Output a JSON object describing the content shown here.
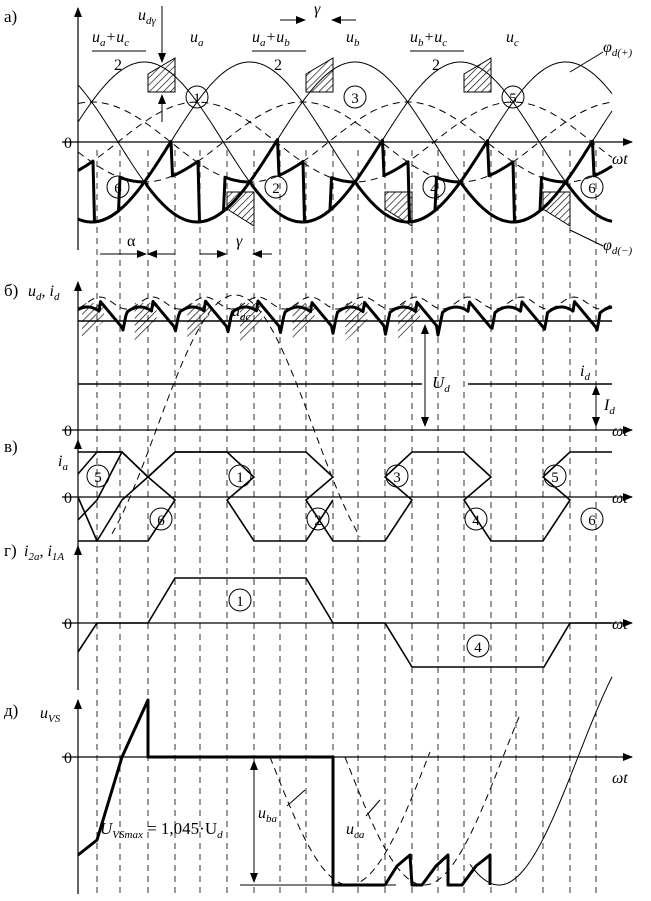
{
  "panels": {
    "a": {
      "letter": "а)",
      "zero": "0",
      "axis_label": "ωt",
      "labels": {
        "uac_avg_top": "u",
        "uac_avg_sub1": "a",
        "uac_avg_plus": "+u",
        "uac_avg_sub2": "c",
        "uac_avg_den": "2",
        "ua": "u",
        "ua_sub": "a",
        "uab_avg_top": "u",
        "uab_avg_sub1": "a",
        "uab_avg_plus": "+u",
        "uab_avg_sub2": "b",
        "uab_avg_den": "2",
        "ub": "u",
        "ub_sub": "b",
        "ubc_avg_top": "u",
        "ubc_avg_sub1": "b",
        "ubc_avg_plus": "+u",
        "ubc_avg_sub2": "c",
        "ubc_avg_den": "2",
        "uc": "u",
        "uc_sub": "c",
        "udy": "u",
        "udy_sub": "dγ",
        "gamma_top": "γ",
        "alpha": "α",
        "gamma_bottom": "γ",
        "phi_plus": "φ",
        "phi_plus_sub": "d(+)",
        "phi_minus": "φ",
        "phi_minus_sub": "d(−)"
      },
      "circles": [
        "1",
        "3",
        "5",
        "6",
        "2",
        "4",
        "6"
      ]
    },
    "b": {
      "letter": "б)",
      "ylabel": "u",
      "ylabel_sub": "d",
      "ylabel2": ", i",
      "ylabel2_sub": "d",
      "uac": "u",
      "uac_sub": "ac",
      "Ud": "U",
      "Ud_sub": "d",
      "id": "i",
      "id_sub": "d",
      "Id": "I",
      "Id_sub": "d",
      "zero": "0",
      "axis_label": "ωt"
    },
    "c": {
      "letter": "в)",
      "ylabel": "i",
      "ylabel_sub": "a",
      "zero": "0",
      "axis_label": "ωt",
      "circles": [
        "5",
        "1",
        "3",
        "5",
        "6",
        "2",
        "4",
        "6"
      ]
    },
    "d": {
      "letter": "г)",
      "ylabel": "i",
      "ylabel_sub": "2a",
      "ylabel2": ", i",
      "ylabel2_sub": "1A",
      "zero": "0",
      "axis_label": "ωt",
      "circles": [
        "1",
        "4"
      ]
    },
    "e": {
      "letter": "д)",
      "ylabel": "u",
      "ylabel_sub": "VS",
      "zero": "0",
      "axis_label": "ωt",
      "uba": "u",
      "uba_sub": "ba",
      "uca": "u",
      "uca_sub": "ca",
      "formula_U": "U",
      "formula_sub": "VSmax",
      "formula_rest": " = 1,045·U",
      "formula_rest_sub": "d"
    }
  }
}
